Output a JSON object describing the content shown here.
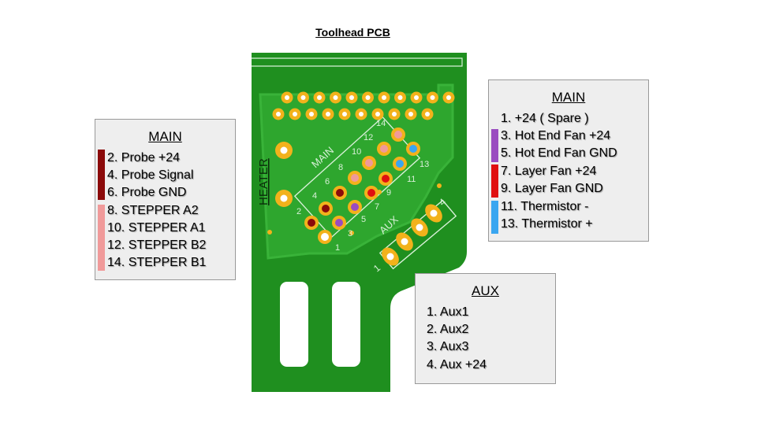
{
  "title": "Toolhead PCB",
  "pcb": {
    "heater_label": "HEATER",
    "main_label": "MAIN",
    "aux_label": "AUX",
    "main_pin_numbers": [
      "1",
      "2",
      "3",
      "4",
      "5",
      "6",
      "7",
      "8",
      "9",
      "10",
      "11",
      "12",
      "13",
      "14"
    ],
    "aux_pin_numbers": [
      "1",
      "4"
    ],
    "board_color": "#1f8f1f",
    "copper_color": "#39b339",
    "pad_color": "#f2b21b"
  },
  "left_box": {
    "header": "MAIN",
    "rows": [
      "2. Probe +24",
      "4. Probe Signal",
      "6. Probe GND",
      "8. STEPPER A2",
      "10. STEPPER A1",
      "12. STEPPER B2",
      "14. STEPPER B1"
    ],
    "colors": {
      "probe": "#8b0a0a",
      "stepper": "#f09a9a"
    }
  },
  "right_box": {
    "header": "MAIN",
    "rows": [
      "1. +24 ( Spare )",
      "3. Hot End Fan  +24",
      "5. Hot End Fan  GND",
      "7. Layer Fan +24",
      "9. Layer Fan GND",
      "11. Thermistor  -",
      "13. Thermistor +"
    ],
    "colors": {
      "hotend": "#9a4cc0",
      "layer": "#e01010",
      "thermistor": "#3aa6f0"
    }
  },
  "aux_box": {
    "header": "AUX",
    "rows": [
      "1. Aux1",
      "2. Aux2",
      "3. Aux3",
      "4. Aux +24"
    ]
  }
}
